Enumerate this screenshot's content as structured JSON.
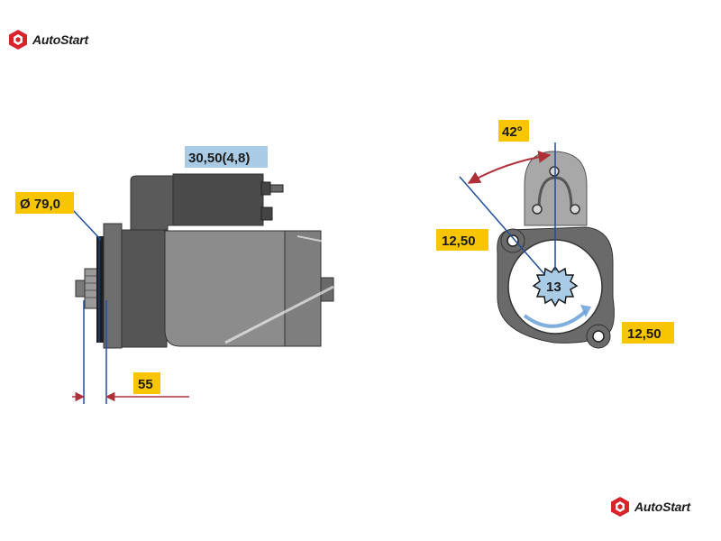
{
  "brand": {
    "name": "AutoStart",
    "accent_color": "#d8232a",
    "text_color": "#1a1a1a"
  },
  "dimensions": {
    "connector": "30,50(4,8)",
    "diameter": "Ø 79,0",
    "flange_offset": "55",
    "angle": "42°",
    "hole_upper": "12,50",
    "hole_lower": "12,50",
    "teeth": "13"
  },
  "colors": {
    "label_yellow": "#f7c600",
    "label_blue": "#a9cbe6",
    "body_gray": "#8c8c8c",
    "dark_gray": "#4a4a4a",
    "dim_blue": "#1f4e9a",
    "dim_red": "#b0303a"
  }
}
